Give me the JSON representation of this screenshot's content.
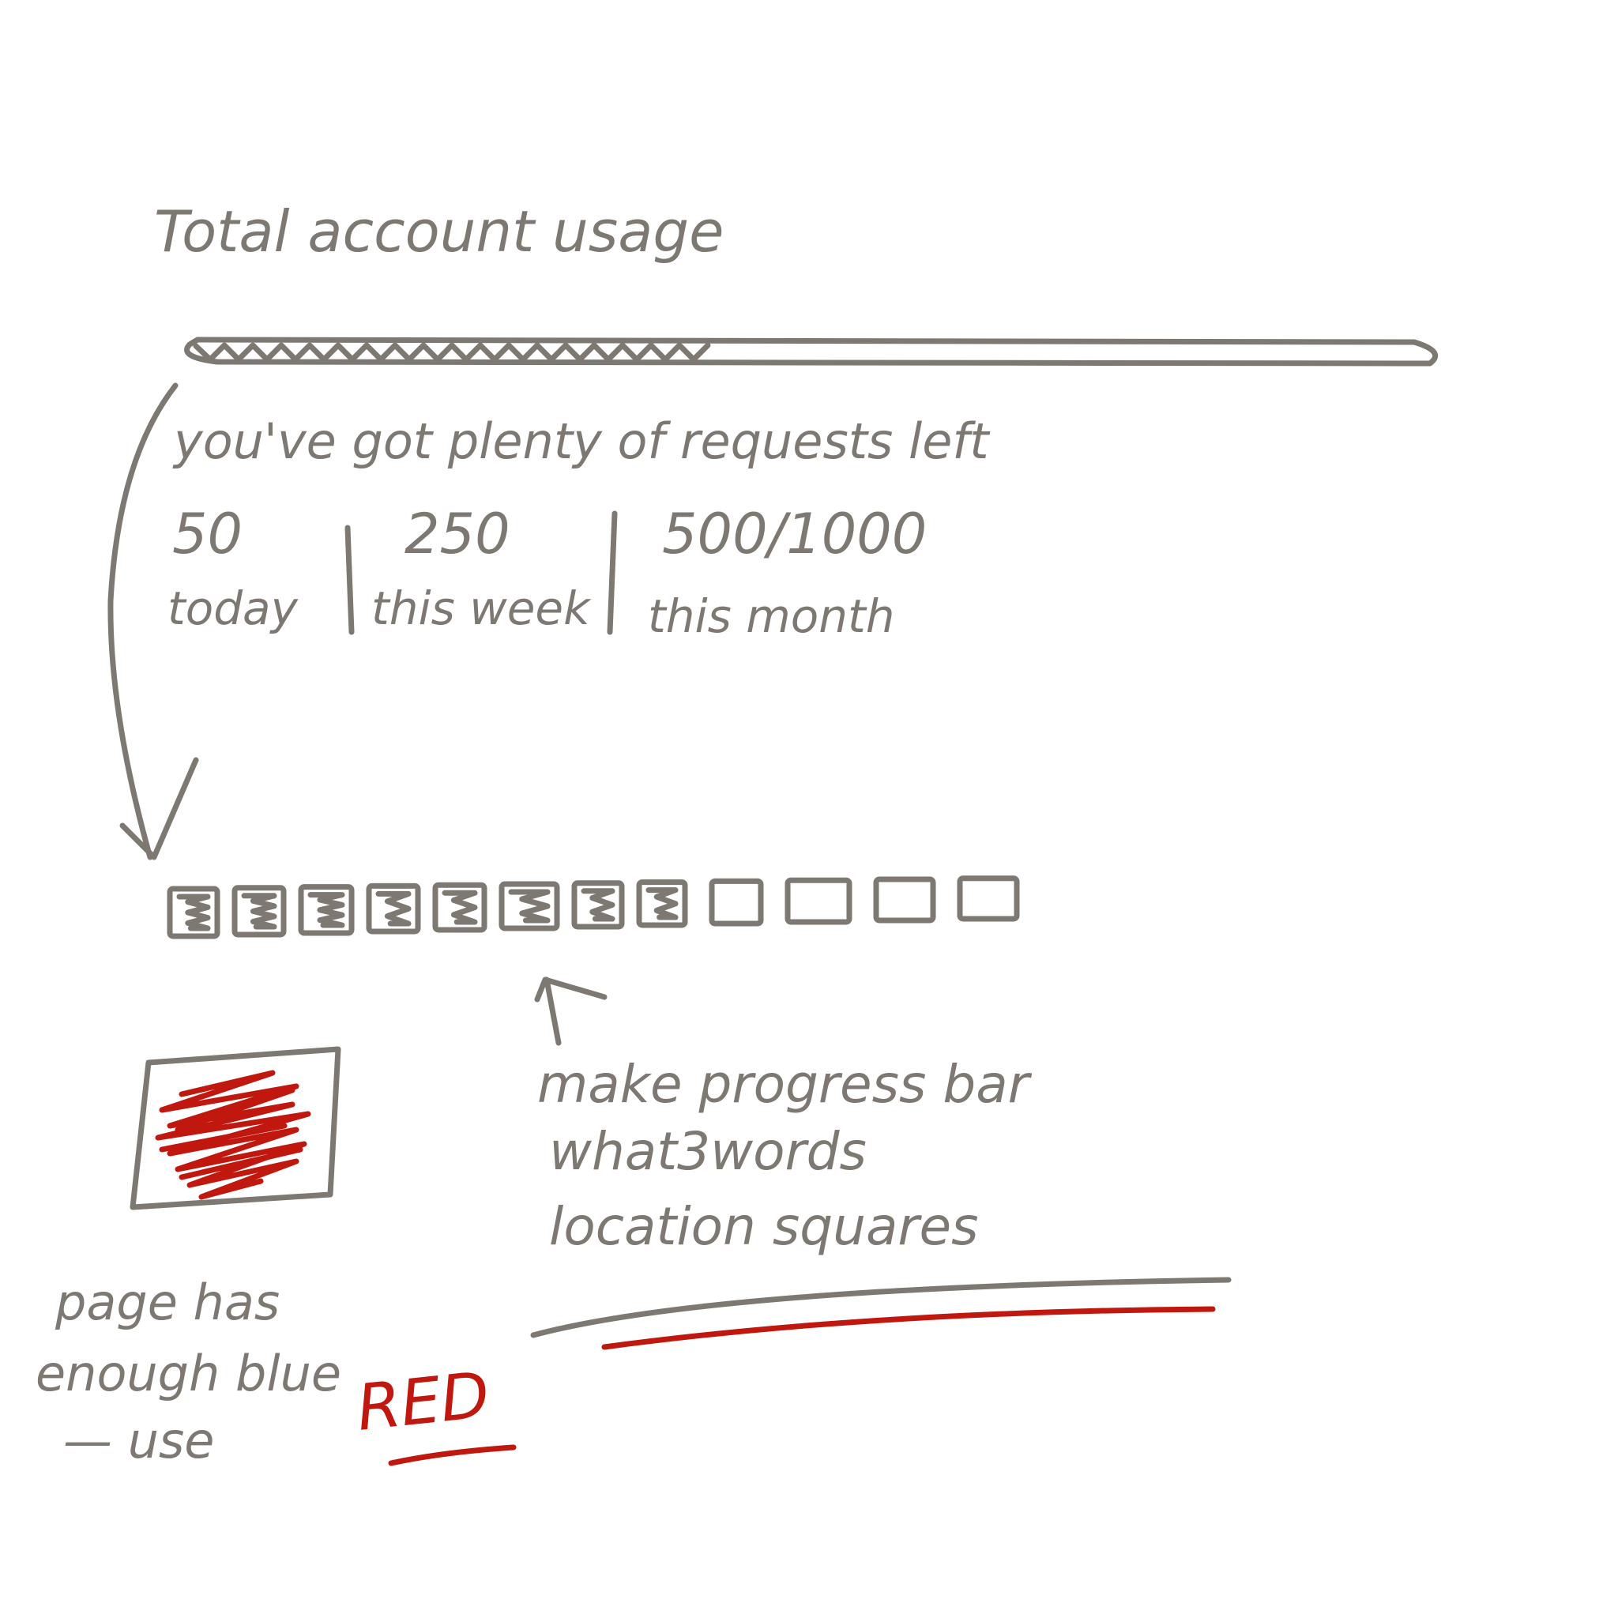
{
  "colors": {
    "ink": "#7e7873",
    "accent": "#c0170f"
  },
  "usage": {
    "title": "Total account usage",
    "progress_fraction": 0.42,
    "message": "you've got plenty of requests left",
    "stats": [
      {
        "value": "50",
        "label": "today"
      },
      {
        "value": "250",
        "label": "this week"
      },
      {
        "value": "500/1000",
        "label": "this month"
      }
    ]
  },
  "squares": {
    "filled_count": 8,
    "total_count": 12,
    "note_lines": [
      "make progress bar",
      "what3words",
      "location squares"
    ]
  },
  "color_note": {
    "lines": [
      "page has",
      "enough blue",
      "— use"
    ],
    "emphasis": "RED"
  }
}
